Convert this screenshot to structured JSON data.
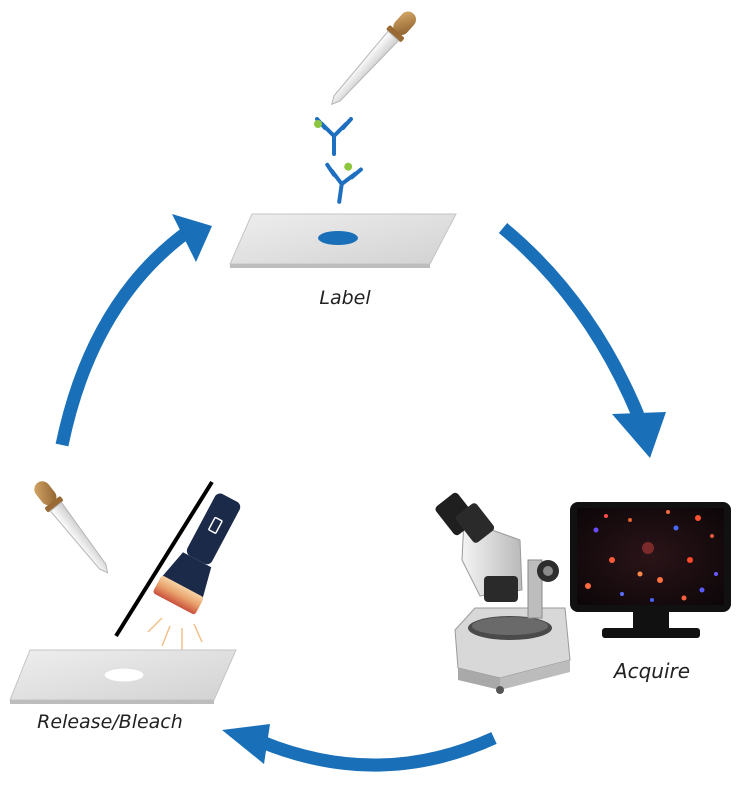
{
  "diagram": {
    "steps": {
      "label": "Label",
      "acquire": "Acquire",
      "release_bleach": "Release/Bleach"
    },
    "colors": {
      "arrow": "#1a70b8",
      "antibody": "#1f6fc0",
      "fluorophore": "#8dc63f",
      "slide": "#e3e3e3",
      "sample": "#1a70b8",
      "bleached_sample": "#ffffff",
      "dropper_bulb": "#b8874a",
      "flashlight_body": "#1c2a4a",
      "flashlight_lens": "#f2c08a",
      "monitor_frame": "#111111"
    },
    "icons": [
      "dropper-icon",
      "antibody-icon",
      "microscope-icon",
      "monitor-icon",
      "flashlight-icon",
      "slide-icon"
    ]
  }
}
